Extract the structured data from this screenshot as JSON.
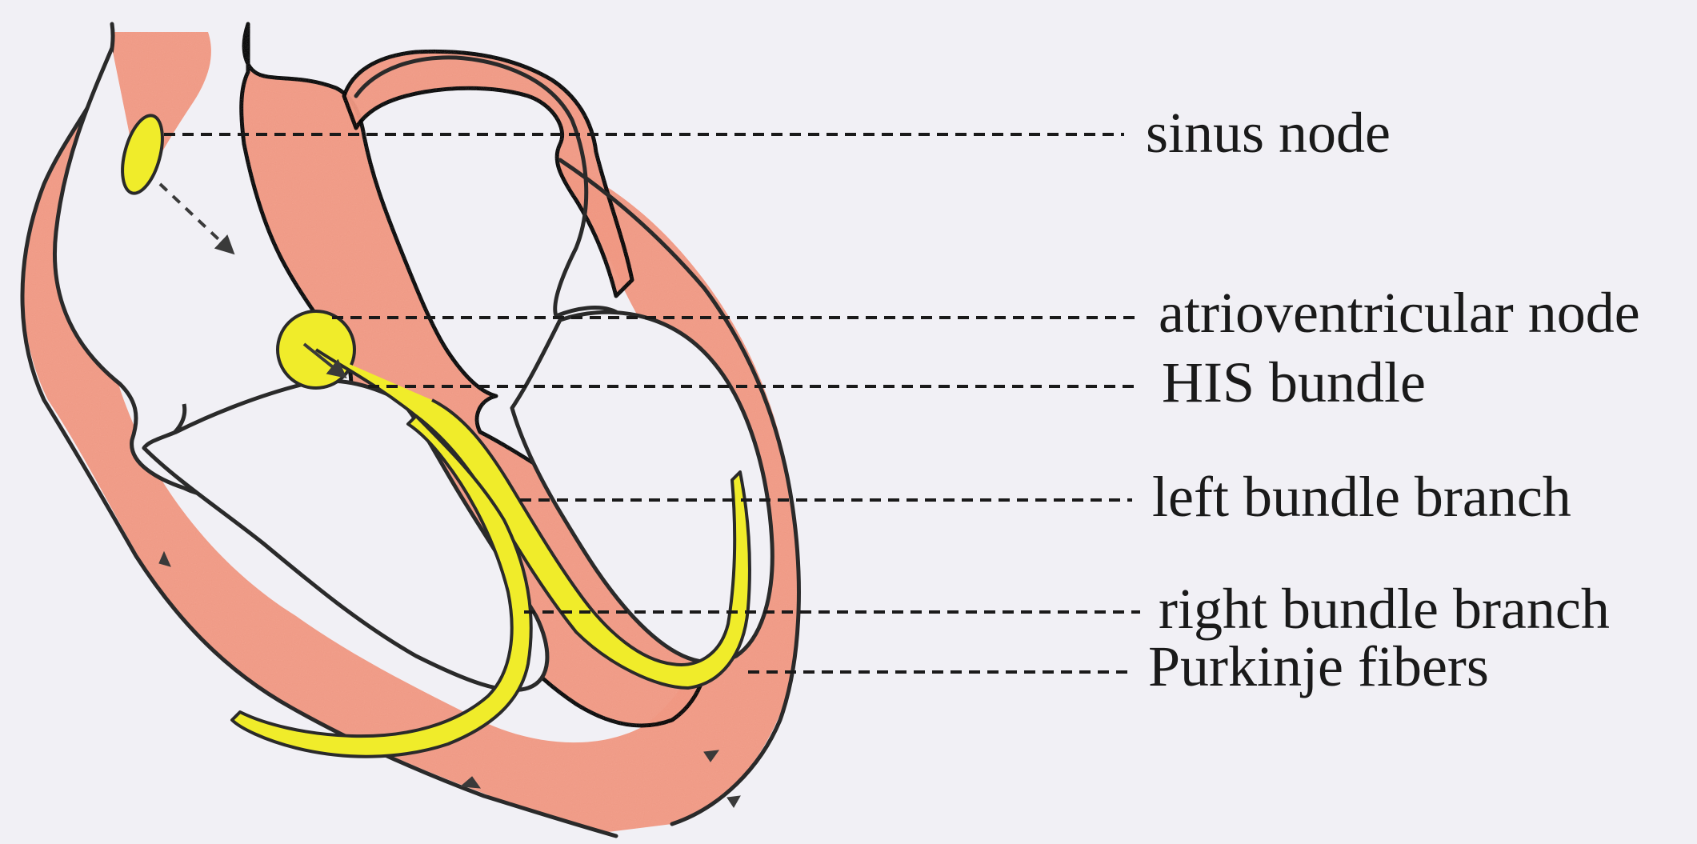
{
  "diagram": {
    "labels": {
      "sinus_node": "sinus node",
      "av_node": "atrioventricular node",
      "his_bundle": "HIS bundle",
      "left_bundle_branch": "left bundle branch",
      "right_bundle_branch": "right bundle branch",
      "purkinje_fibers": "Purkinje fibers"
    },
    "colors": {
      "background": "#f1f0f5",
      "muscle": "#ee9a86",
      "muscle_dark": "#e07e68",
      "conduction": "#f0ec2a",
      "outline": "#2a2a2a"
    }
  }
}
